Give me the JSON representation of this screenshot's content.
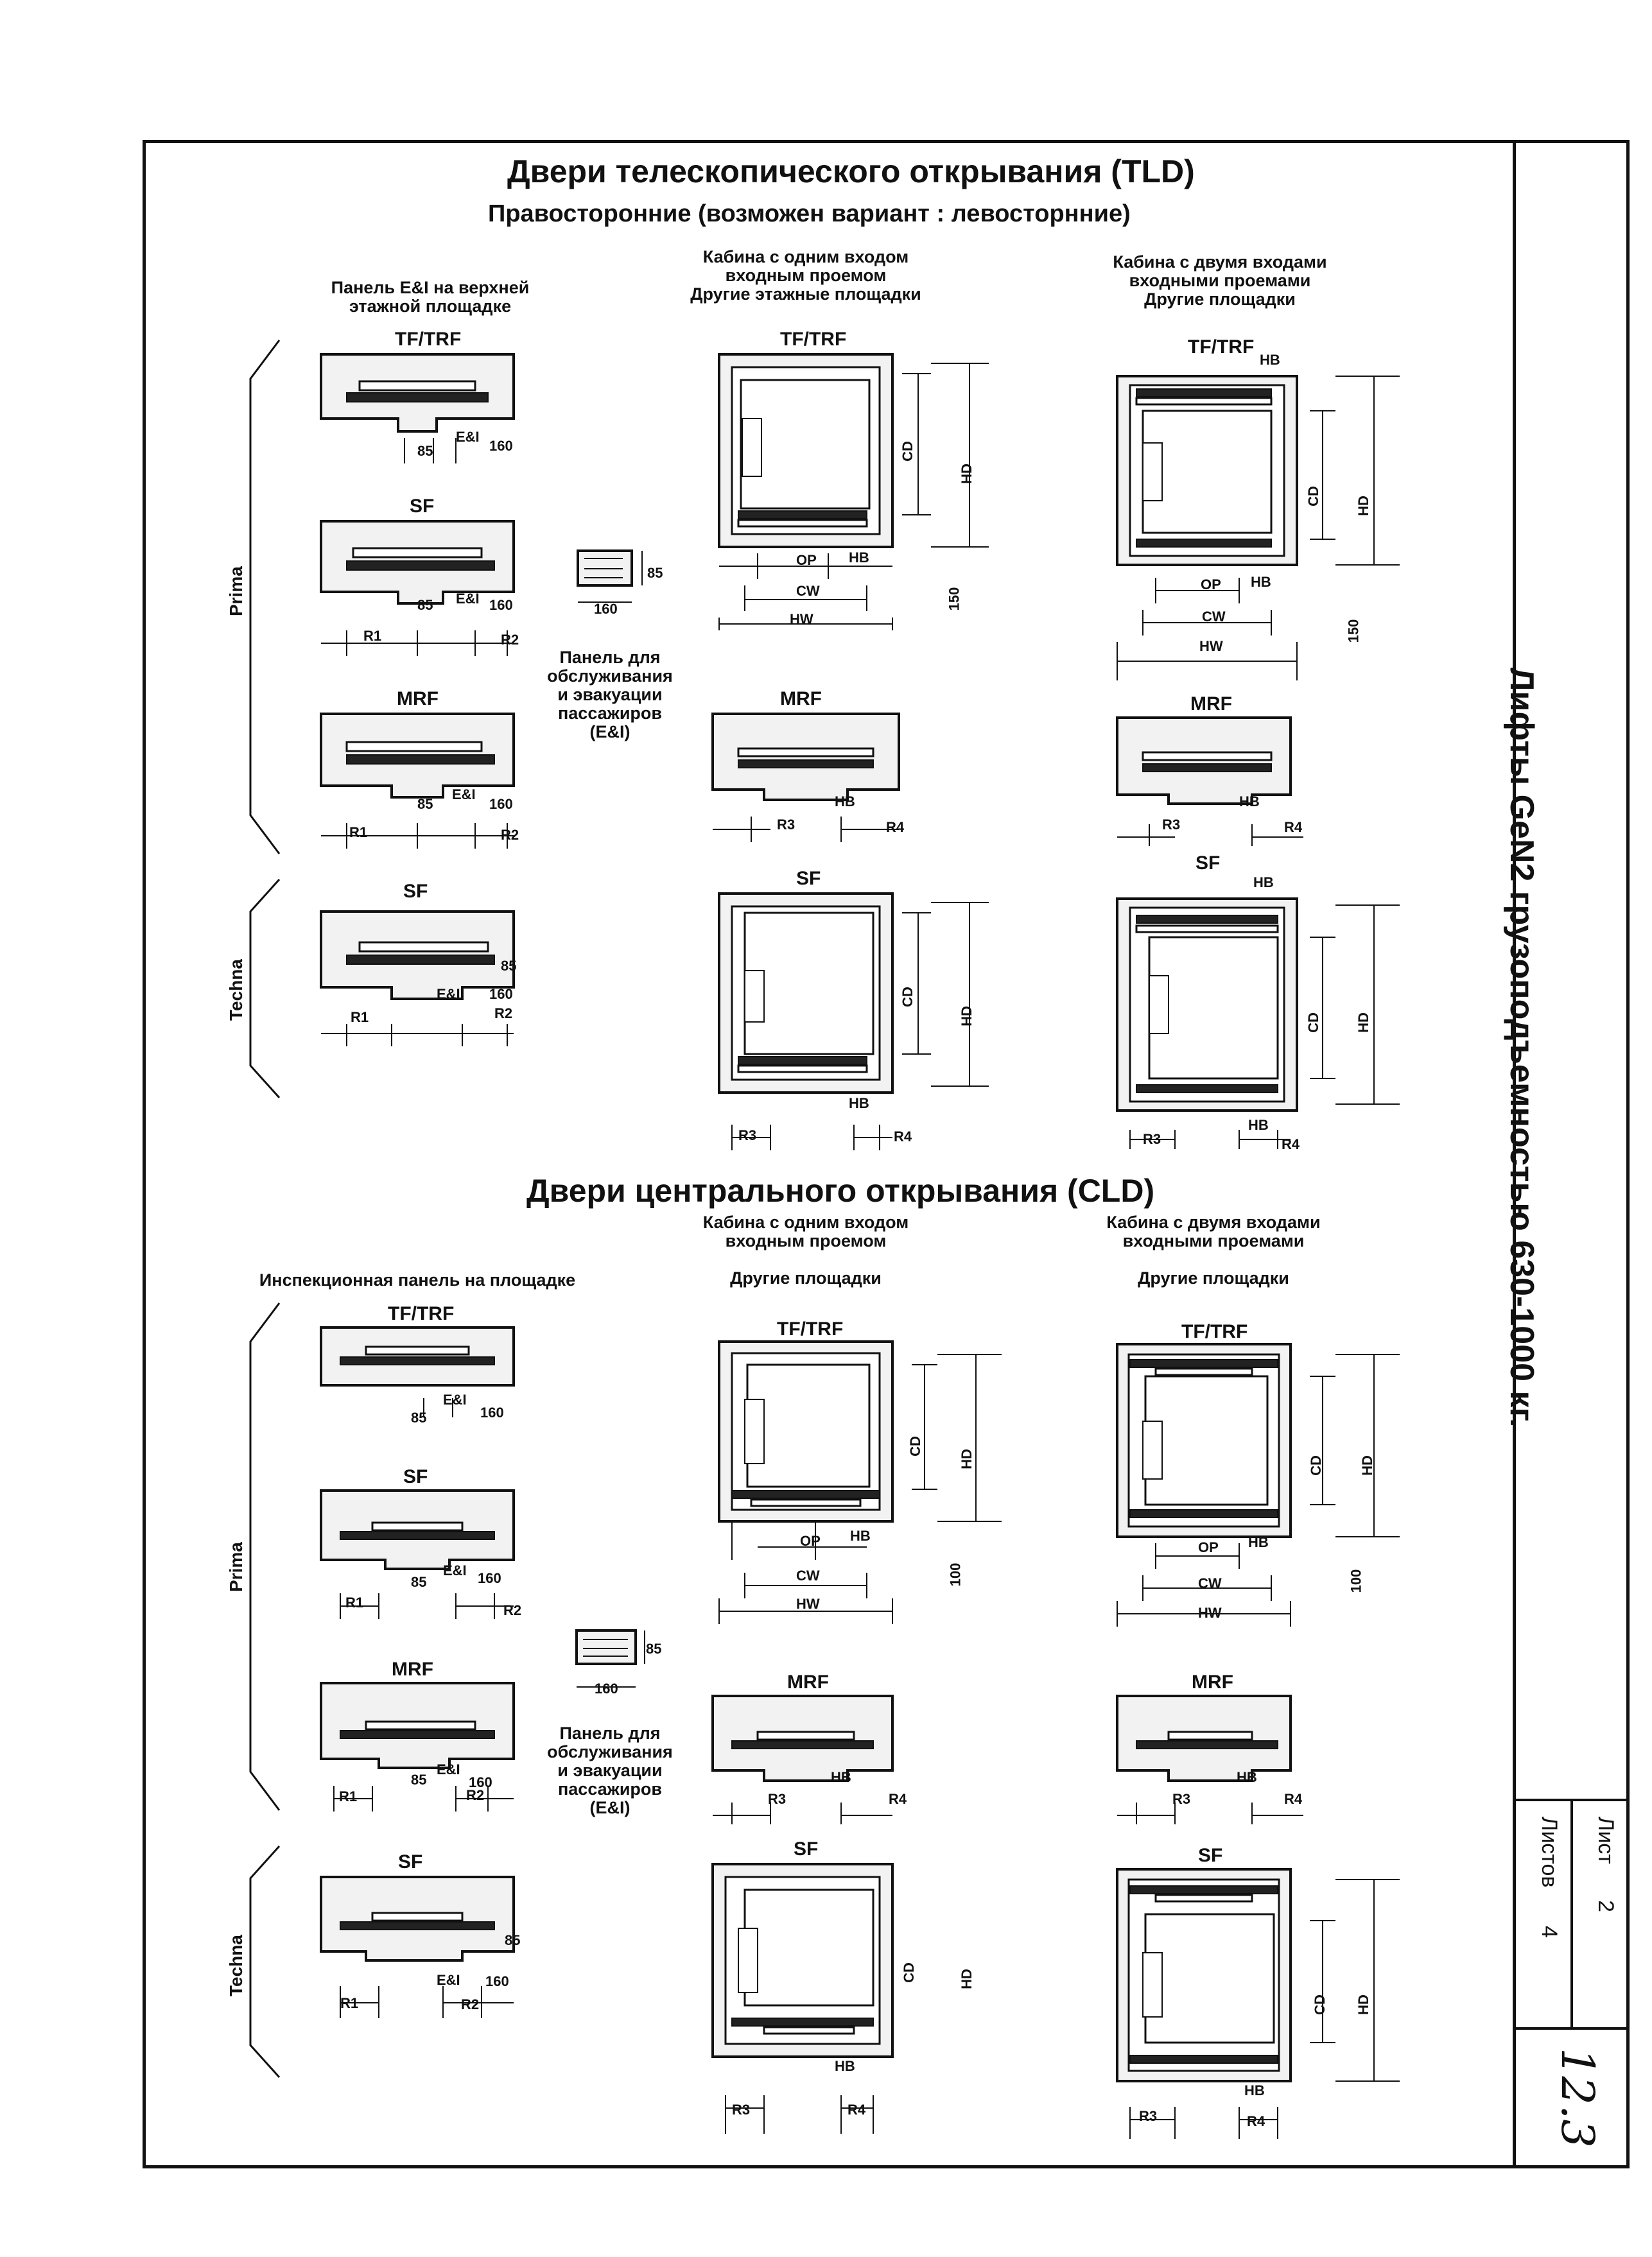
{
  "sheet": {
    "vertical_title": "Лифты GeN2 грузоподъемностью 630-1000 кг.",
    "sheet_label": "Лист",
    "sheet_number": "2",
    "sheets_label": "Листов",
    "sheets_total": "4",
    "handwritten_number": "12.3"
  },
  "tld": {
    "title": "Двери телескопического открывания (TLD)",
    "subtitle": "Правосторонние  (возможен вариант : левосторнние)",
    "col1_caption": [
      "Панель E&I на верхней",
      "этажной площадке"
    ],
    "col2_caption": [
      "Кабина с одним входом",
      "входным проемом",
      "Другие этажные площадки"
    ],
    "col3_caption": [
      "Кабина с двумя входами",
      "входными проемами",
      "Другие площадки"
    ],
    "panel_caption": [
      "Панель для",
      "обслуживания",
      "и эвакуации",
      "пассажиров",
      "(E&I)"
    ]
  },
  "cld": {
    "title": "Двери центрального открывания (CLD)",
    "col1_caption": [
      "Инспекционная панель на площадке"
    ],
    "col2_caption": [
      "Кабина с одним входом",
      "входным проемом",
      "",
      "Другие площадки"
    ],
    "col3_caption": [
      "Кабина с двумя входами",
      "входными проемами",
      "",
      "Другие площадки"
    ],
    "panel_caption": [
      "Панель для",
      "обслуживания",
      "и эвакуации",
      "пассажиров",
      "(E&I)"
    ]
  },
  "groups": {
    "prima": "Prima",
    "techna": "Techna"
  },
  "labels": {
    "tf_trf": "TF/TRF",
    "sf": "SF",
    "mrf": "MRF",
    "ei": "E&I",
    "dim_85": "85",
    "dim_160": "160",
    "dim_150": "150",
    "dim_100": "100",
    "r1": "R1",
    "r2": "R2",
    "r3": "R3",
    "r4": "R4",
    "op": "OP",
    "cw": "CW",
    "hw": "HW",
    "hb": "HB",
    "cd": "CD",
    "hd": "HD"
  }
}
